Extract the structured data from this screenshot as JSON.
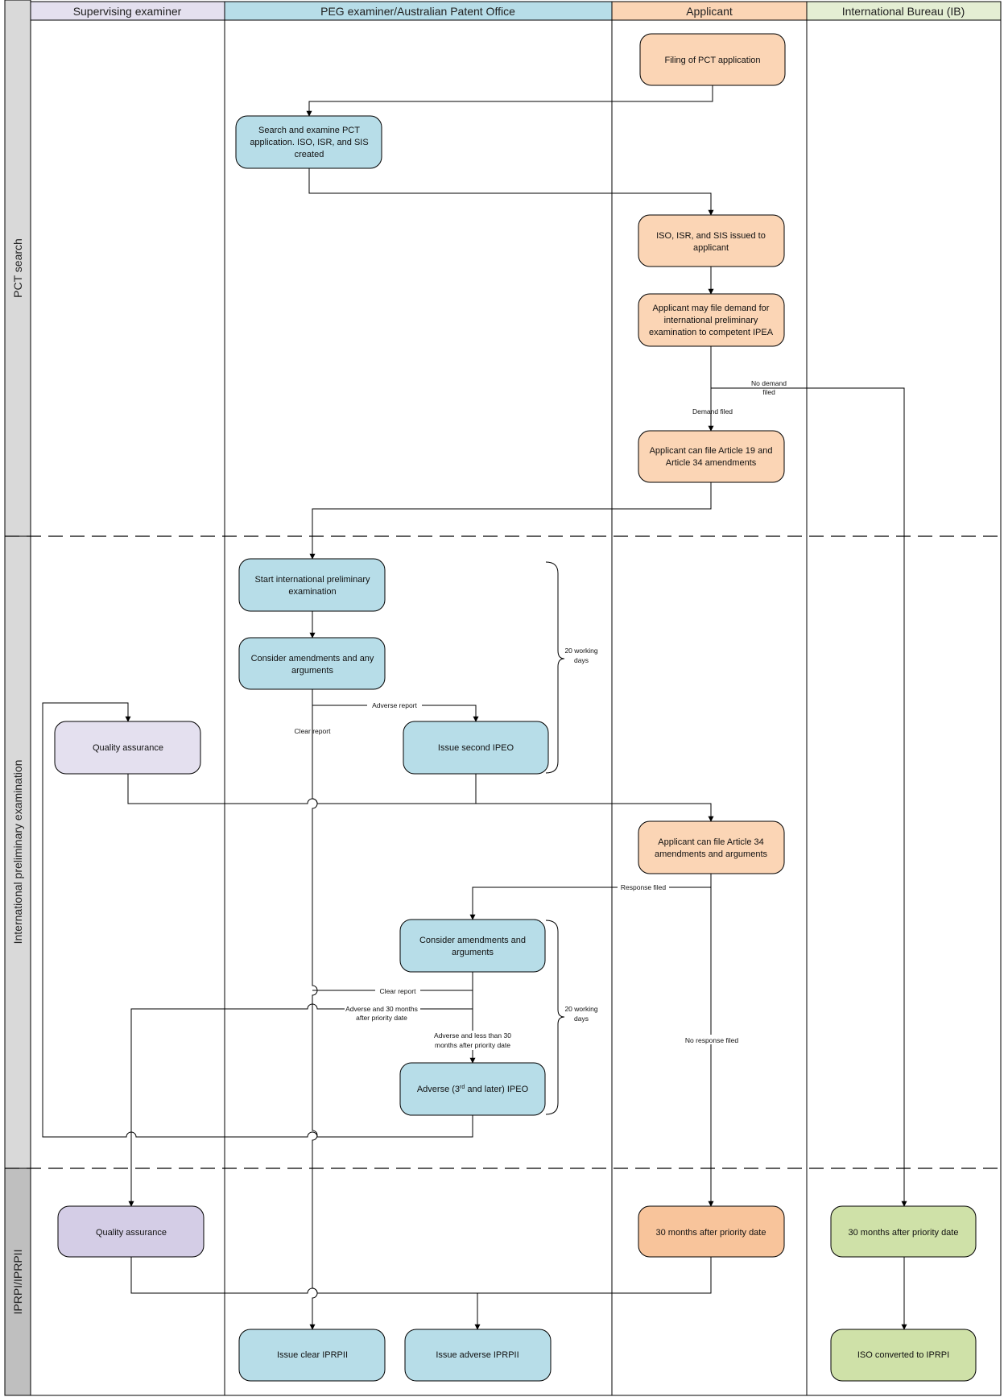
{
  "lanes": [
    {
      "id": "supervising",
      "label": "Supervising examiner",
      "color": "#e4e0ef"
    },
    {
      "id": "peg",
      "label": "PEG examiner/Australian Patent Office",
      "color": "#b7dde8"
    },
    {
      "id": "applicant",
      "label": "Applicant",
      "color": "#fbd5b5"
    },
    {
      "id": "ib",
      "label": "International Bureau (IB)",
      "color": "#e4eed3"
    }
  ],
  "phases": [
    {
      "id": "pct-search",
      "label": "PCT search"
    },
    {
      "id": "ipe",
      "label": "International preliminary examination"
    },
    {
      "id": "iprp",
      "label": "IPRPI/IPRPII"
    }
  ],
  "colors": {
    "applicant_fill": "#fbd5b5",
    "applicant_dark_fill": "#f8c49b",
    "peg_fill": "#b7dde8",
    "qa_fill": "#e4e0ef",
    "qa_dark_fill": "#d4cde6",
    "ib_fill": "#cfe1a8",
    "phase_col": "#d9d9d9",
    "phase_col_dark": "#bfbfbf"
  },
  "nodes": {
    "filing": {
      "lines": [
        "Filing of PCT application"
      ]
    },
    "search": {
      "lines": [
        "Search and examine PCT",
        "application. ISO, ISR, and SIS",
        "created"
      ]
    },
    "issued": {
      "lines": [
        "ISO, ISR, and SIS issued to",
        "applicant"
      ]
    },
    "demand": {
      "lines": [
        "Applicant may file demand for",
        "international preliminary",
        "examination to competent IPEA"
      ]
    },
    "art19": {
      "lines": [
        "Applicant can file Article 19 and",
        "Article 34 amendments"
      ]
    },
    "start_ipe": {
      "lines": [
        "Start international preliminary",
        "examination"
      ]
    },
    "consider1": {
      "lines": [
        "Consider amendments and any",
        "arguments"
      ]
    },
    "qa1": {
      "lines": [
        "Quality assurance"
      ]
    },
    "second_ipeo": {
      "lines": [
        "Issue second IPEO"
      ]
    },
    "art34": {
      "lines": [
        "Applicant can file Article 34",
        "amendments and arguments"
      ]
    },
    "consider2": {
      "lines": [
        "Consider amendments and",
        "arguments"
      ]
    },
    "adverse3": {
      "lines": [
        "Adverse (3",
        "rd",
        " and later) IPEO"
      ]
    },
    "qa2": {
      "lines": [
        "Quality assurance"
      ]
    },
    "thirty_app": {
      "lines": [
        "30 months after priority date"
      ]
    },
    "thirty_ib": {
      "lines": [
        "30 months after priority date"
      ]
    },
    "clear_iprpii": {
      "lines": [
        "Issue clear IPRPII"
      ]
    },
    "adverse_iprpii": {
      "lines": [
        "Issue adverse IPRPII"
      ]
    },
    "iso_iprpi": {
      "lines": [
        "ISO converted to IPRPI"
      ]
    }
  },
  "labels": {
    "no_demand": [
      "No demand",
      "filed"
    ],
    "demand_filed": [
      "Demand filed"
    ],
    "adverse_report": [
      "Adverse report"
    ],
    "clear_report_1": [
      "Clear report"
    ],
    "working_days_1": [
      "20 working",
      "days"
    ],
    "response_filed": [
      "Response filed"
    ],
    "clear_report_2": [
      "Clear report"
    ],
    "adverse_30": [
      "Adverse and 30 months",
      "after priority date"
    ],
    "adverse_less_30": [
      "Adverse and less than 30",
      "months after priority date"
    ],
    "working_days_2": [
      "20 working",
      "days"
    ],
    "no_response": [
      "No response filed"
    ]
  }
}
